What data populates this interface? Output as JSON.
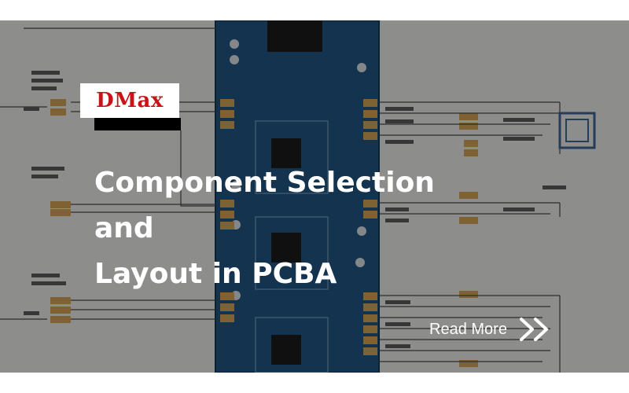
{
  "logo": {
    "text": "DMax",
    "color": "#c81418"
  },
  "title": {
    "line1": "Component Selection",
    "line2": "and",
    "line3": "Layout in PCBA"
  },
  "cta": {
    "label": "Read More",
    "icon": "double-chevron-right-icon"
  },
  "background": {
    "description_icon": "pcb-schematic-background",
    "board_color": "#1e4f7a"
  }
}
